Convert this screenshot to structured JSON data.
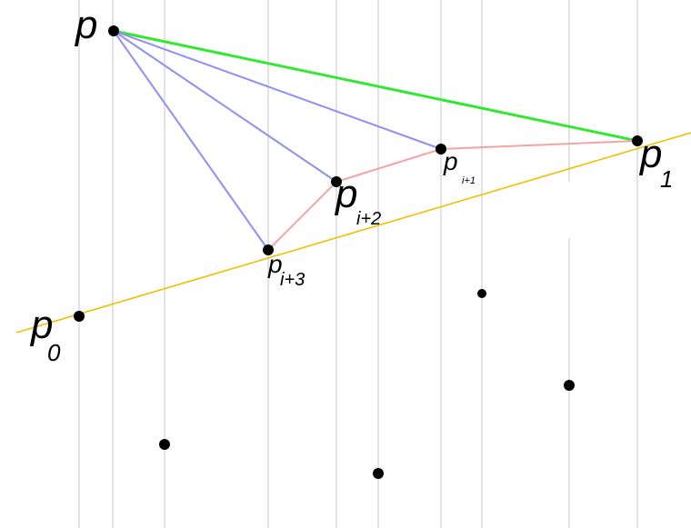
{
  "labels": {
    "p": "p",
    "p0_base": "p",
    "p0_sub": "0",
    "p1_base": "p",
    "p1_sub": "1",
    "pi1_base": "p",
    "pi1_sub": "i+1",
    "pi2_base": "p",
    "pi2_sub": "i+2",
    "pi3_base": "p",
    "pi3_sub": "i+3"
  },
  "colors": {
    "hull_edge": "#33e833",
    "rays_from_p": "#8f8ff5",
    "chain": "#f5a3a3",
    "baseline": "#f0c000",
    "grid": "#e3e3e3",
    "points": "#000000"
  }
}
